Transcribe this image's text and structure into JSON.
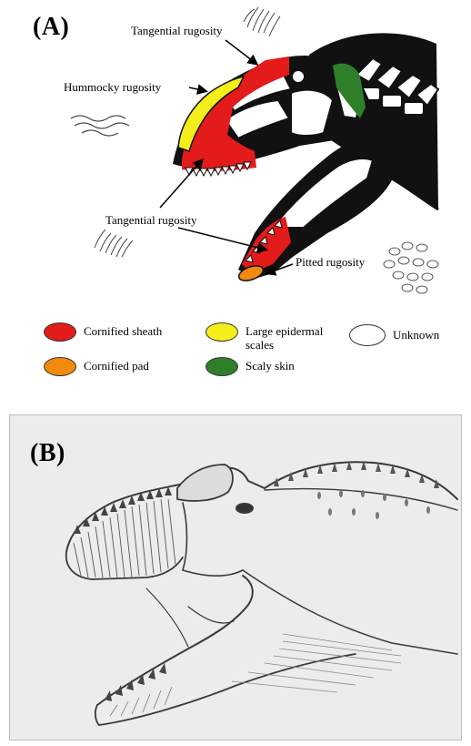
{
  "panel_a": {
    "label": "(A)",
    "annotations": {
      "tangential_top": "Tangential rugosity",
      "hummocky": "Hummocky rugosity",
      "tangential_bottom": "Tangential rugosity",
      "pitted": "Pitted rugosity"
    },
    "legend": [
      {
        "label": "Cornified sheath",
        "color": "#e31b1b"
      },
      {
        "label": "Large epidermal scales",
        "color": "#f4ee1a"
      },
      {
        "label": "Unknown",
        "color": "#ffffff"
      },
      {
        "label": "Cornified pad",
        "color": "#f28a0f"
      },
      {
        "label": "Scaly skin",
        "color": "#2f7f2a"
      }
    ],
    "colors": {
      "skull_black": "#111111",
      "bone_white": "#ffffff",
      "red": "#e31b1b",
      "yellow": "#f4ee1a",
      "green": "#2f7f2a",
      "orange": "#f28a0f"
    }
  },
  "panel_b": {
    "label": "(B)",
    "background": "#ececec"
  }
}
